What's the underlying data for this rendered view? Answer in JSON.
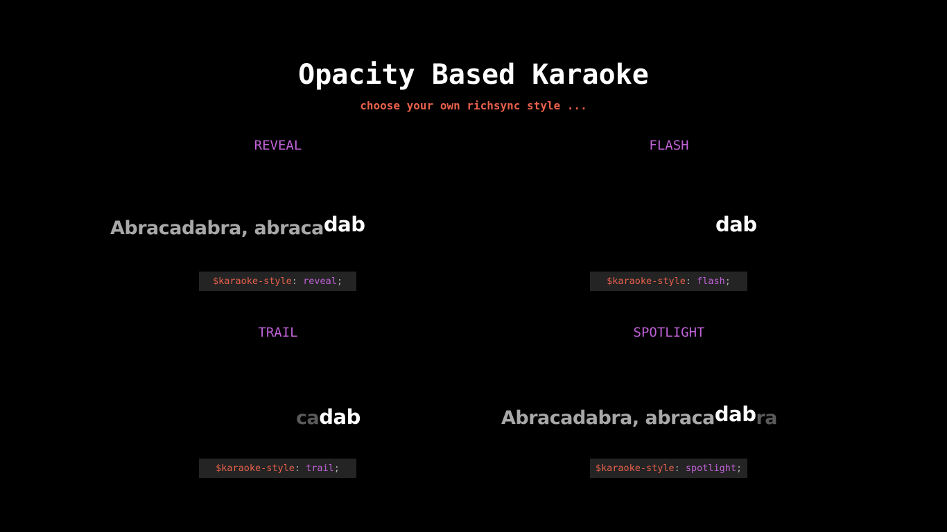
{
  "header": {
    "title": "Opacity Based Karaoke",
    "subtitle": "choose your own richsync style ..."
  },
  "colors": {
    "background": "#000000",
    "title": "#ffffff",
    "subtitle": "#e8604c",
    "label": "#c062d8",
    "code_bg": "#242424",
    "code_var": "#e8604c",
    "code_value": "#c062d8"
  },
  "styles": {
    "reveal": {
      "label": "REVEAL",
      "lyric_dim": "Abracadabra, abraca",
      "lyric_active": "dab",
      "code_var": "$karaoke-style",
      "code_sep": ":",
      "code_value": "reveal",
      "code_end": ";"
    },
    "flash": {
      "label": "FLASH",
      "lyric_active": "dab",
      "code_var": "$karaoke-style",
      "code_sep": ":",
      "code_value": "flash",
      "code_end": ";"
    },
    "trail": {
      "label": "TRAIL",
      "lyric_fade": "ca",
      "lyric_active": "dab",
      "code_var": "$karaoke-style",
      "code_sep": ":",
      "code_value": "trail",
      "code_end": ";"
    },
    "spotlight": {
      "label": "SPOTLIGHT",
      "lyric_dim": "Abracadabra, abraca",
      "lyric_active": "dab",
      "lyric_after": "ra",
      "code_var": "$karaoke-style",
      "code_sep": ":",
      "code_value": "spotlight",
      "code_end": ";"
    }
  }
}
